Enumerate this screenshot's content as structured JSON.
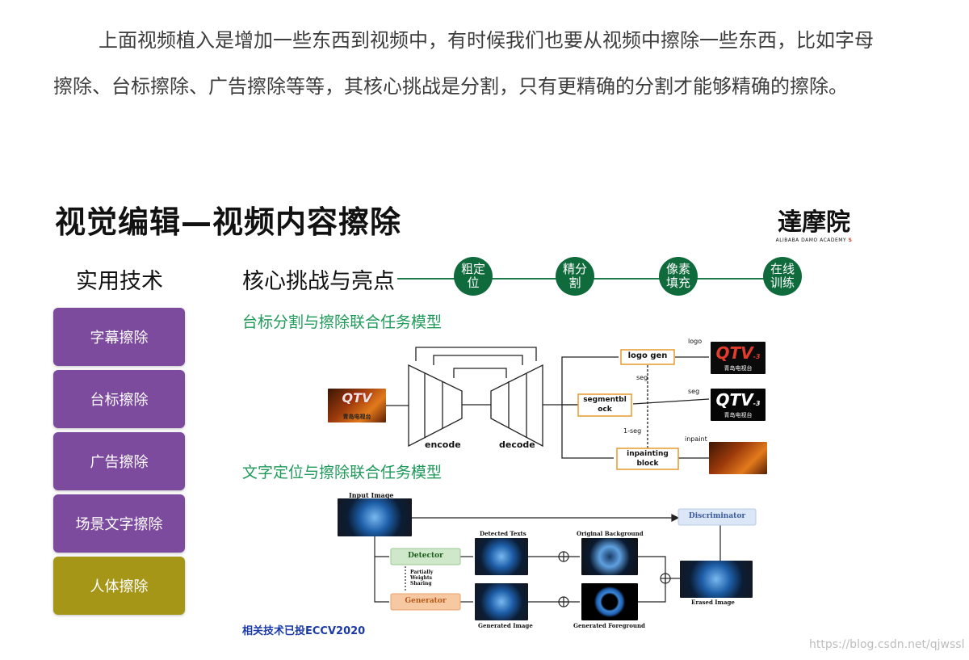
{
  "intro": {
    "paragraph": "上面视频植入是增加一些东西到视频中，有时候我们也要从视频中擦除一些东西，比如字母擦除、台标擦除、广告擦除等等，其核心挑战是分割，只有更精确的分割才能够精确的擦除。"
  },
  "slide": {
    "title": "视觉编辑—视频内容擦除",
    "logo": {
      "main": "達摩院",
      "sub": "ALIBABA DAMO ACADEMY",
      "mark": "S"
    },
    "left_heading": "实用技术",
    "techniques": [
      {
        "label": "字幕擦除",
        "active": false
      },
      {
        "label": "台标擦除",
        "active": false
      },
      {
        "label": "广告擦除",
        "active": false
      },
      {
        "label": "场景文字擦除",
        "active": false
      },
      {
        "label": "人体擦除",
        "active": true
      }
    ],
    "core_heading": "核心挑战与亮点",
    "challenges": [
      "粗定\n位",
      "精分\n割",
      "像素\n填充",
      "在线\n训练"
    ],
    "section1_title": "台标分割与擦除联合任务模型",
    "section2_title": "文字定位与擦除联合任务模型",
    "diagram1": {
      "encode": "encode",
      "decode": "decode",
      "logo_gen": "logo gen",
      "segment_block": "segmentbl\nock",
      "inpainting_block": "inpainting\nblock",
      "seg_label_mid": "seg",
      "one_minus_seg": "1-seg",
      "out_logo": "logo",
      "out_seg": "seg",
      "out_inpaint": "inpaint",
      "tv_text": "QTV",
      "tv_suffix": "-3",
      "tv_caption": "青岛电视台"
    },
    "diagram2": {
      "input_image": "Input Image",
      "discriminator": "Discriminator",
      "detector": "Detector",
      "generator": "Generator",
      "sharing_note": "Partially\nWeights\nSharing",
      "detected_texts": "Detected Texts",
      "original_background": "Original Background",
      "generated_image": "Generated Image",
      "generated_foreground": "Generated Foreground",
      "erased_image": "Erased Image"
    },
    "credit": "相关技术已投ECCV2020"
  },
  "watermark": "https://blog.csdn.net/qjwssl"
}
